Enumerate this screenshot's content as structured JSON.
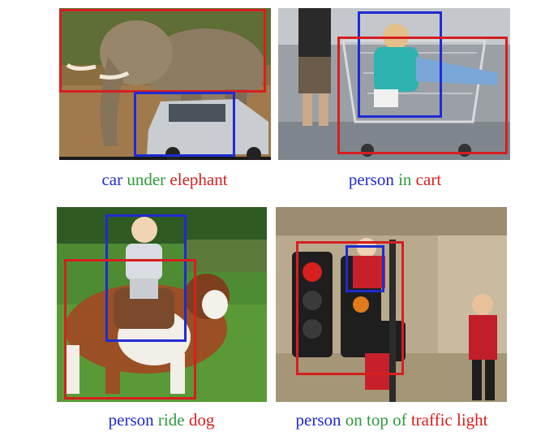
{
  "colors": {
    "subject": "#1f2bd1",
    "predicate": "#2e9a3e",
    "object": "#d61f1f"
  },
  "panels": [
    {
      "scene": "elephant over car",
      "caption": {
        "subject": "car",
        "predicate": "under",
        "object": "elephant"
      }
    },
    {
      "scene": "person in shopping cart",
      "caption": {
        "subject": "person",
        "predicate": "in",
        "object": "cart"
      }
    },
    {
      "scene": "child riding dog",
      "caption": {
        "subject": "person",
        "predicate": "ride",
        "object": "dog"
      }
    },
    {
      "scene": "santa behind traffic light",
      "caption": {
        "subject": "person",
        "predicate": "on top of",
        "object": "traffic light"
      }
    }
  ]
}
